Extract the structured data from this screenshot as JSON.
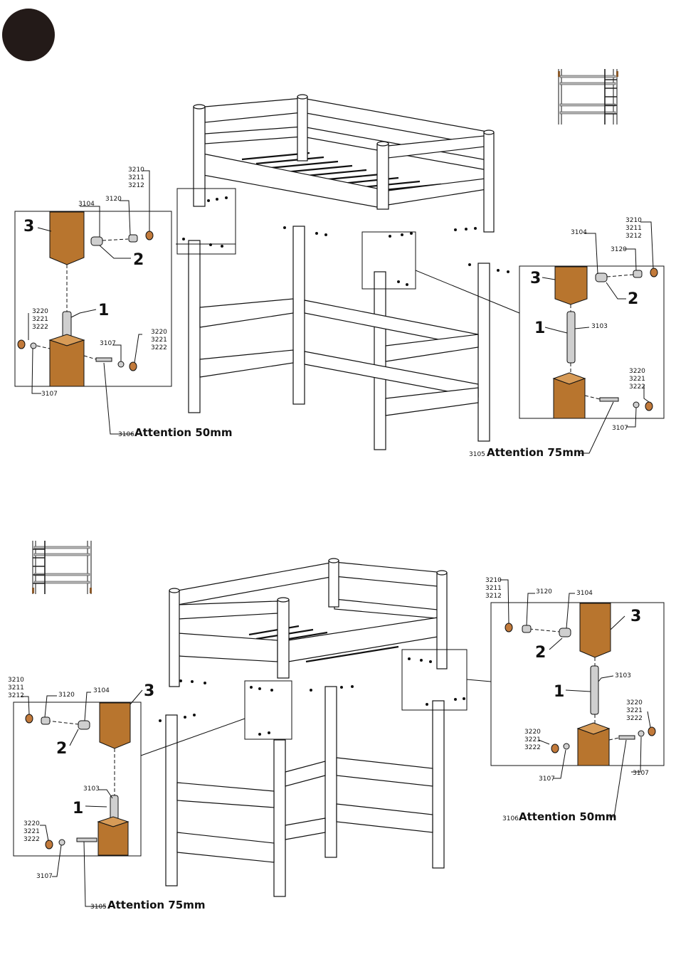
{
  "colors": {
    "step_marker": "#231a18",
    "wood": "#b8752e",
    "wood_light": "#d79b57",
    "cap": "#c27a3b",
    "metal": "#cfcfcf"
  },
  "icons": {
    "step_marker": "filled-circle-icon",
    "bed_thumbnail": "bunk-bed-thumbnail-icon"
  },
  "top": {
    "left_detail": {
      "label_3": "3",
      "label_2": "2",
      "label_1": "1",
      "part_3104": "3104",
      "part_3120": "3120",
      "cap_top_1": "3210",
      "cap_top_2": "3211",
      "cap_top_3": "3212",
      "cap_left_1": "3220",
      "cap_left_2": "3221",
      "cap_left_3": "3222",
      "cap_right_1": "3220",
      "cap_right_2": "3221",
      "cap_right_3": "3222",
      "part_3107_a": "3107",
      "part_3107_b": "3107",
      "bolt_code": "3106",
      "attention": "Attention 50mm"
    },
    "right_detail": {
      "label_3": "3",
      "label_2": "2",
      "label_1": "1",
      "part_3104": "3104",
      "part_3120": "3120",
      "part_3103": "3103",
      "cap_top_1": "3210",
      "cap_top_2": "3211",
      "cap_top_3": "3212",
      "cap_right_1": "3220",
      "cap_right_2": "3221",
      "cap_right_3": "3222",
      "part_3107": "3107",
      "bolt_code": "3105",
      "attention": "Attention 75mm"
    }
  },
  "bottom": {
    "left_detail": {
      "label_3": "3",
      "label_2": "2",
      "label_1": "1",
      "part_3104": "3104",
      "part_3120": "3120",
      "part_3103": "3103",
      "cap_top_1": "3210",
      "cap_top_2": "3211",
      "cap_top_3": "3212",
      "cap_left_1": "3220",
      "cap_left_2": "3221",
      "cap_left_3": "3222",
      "part_3107": "3107",
      "bolt_code": "3105",
      "attention": "Attention 75mm"
    },
    "right_detail": {
      "label_3": "3",
      "label_2": "2",
      "label_1": "1",
      "part_3104": "3104",
      "part_3120": "3120",
      "part_3103": "3103",
      "cap_top_1": "3210",
      "cap_top_2": "3211",
      "cap_top_3": "3212",
      "cap_right_1": "3220",
      "cap_right_2": "3221",
      "cap_right_3": "3222",
      "cap_left_1": "3220",
      "cap_left_2": "3221",
      "cap_left_3": "3222",
      "part_3107_a": "3107",
      "part_3107_b": "3107",
      "bolt_code": "3106",
      "attention": "Attention 50mm"
    }
  }
}
